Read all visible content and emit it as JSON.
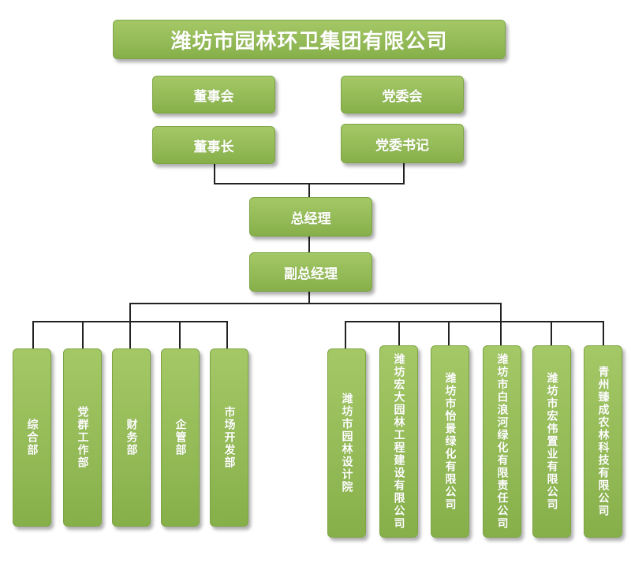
{
  "company": "潍坊市园林环卫集团有限公司",
  "board": {
    "committee": "董事会",
    "chairman": "董事长"
  },
  "party": {
    "committee": "党委会",
    "secretary": "党委书记"
  },
  "general_manager": "总经理",
  "deputy_general_manager": "副总经理",
  "departments": [
    "综合部",
    "党群工作部",
    "财务部",
    "企管部",
    "市场开发部"
  ],
  "subsidiaries": [
    "潍坊市园林设计院",
    "潍坊宏大园林工程建设有限公司",
    "潍坊市怡景绿化有限公司",
    "潍坊市白浪河绿化有限责任公司",
    "潍坊市宏伟置业有限公司",
    "青州臻成农林科技有限公司"
  ],
  "colors": {
    "box_fill": "#94bb57",
    "box_border": "#7ea545",
    "line": "#222222",
    "text": "#ffffff"
  }
}
